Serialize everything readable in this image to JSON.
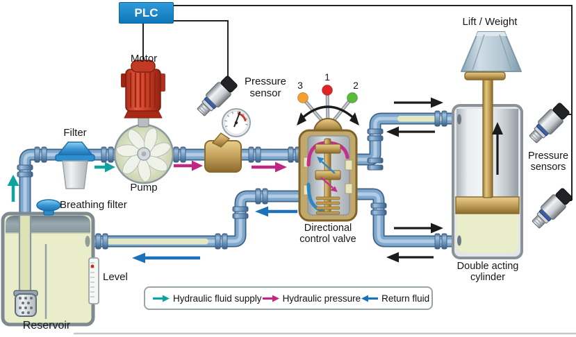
{
  "plc": {
    "label": "PLC"
  },
  "motor": {
    "label": "Motor"
  },
  "filter": {
    "label": "Filter"
  },
  "breathing_filter": {
    "label": "Breathing filter"
  },
  "pump": {
    "label": "Pump"
  },
  "pressure_sensor": {
    "label": "Pressure sensor"
  },
  "reservoir": {
    "label": "Reservoir"
  },
  "level": {
    "label": "Level"
  },
  "valve": {
    "label": "Directional control valve",
    "positions": [
      {
        "number": "3",
        "color": "#f5a02c"
      },
      {
        "number": "1",
        "color": "#e02325"
      },
      {
        "number": "2",
        "color": "#58bb3b"
      }
    ]
  },
  "lift_weight": {
    "label": "Lift / Weight"
  },
  "cylinder": {
    "label": "Double acting cylinder"
  },
  "pressure_sensors": {
    "label": "Pressure sensors"
  },
  "legend": {
    "items": [
      {
        "label": "Hydraulic fluid supply",
        "color": "#0da39e",
        "direction": "right"
      },
      {
        "label": "Hydraulic pressure",
        "color": "#c02783",
        "direction": "right"
      },
      {
        "label": "Return fluid",
        "color": "#1b72bb",
        "direction": "left"
      }
    ]
  },
  "flow_colors": {
    "hydraulic_fluid_supply": "#0da39e",
    "hydraulic_pressure": "#c02783",
    "return_fluid": "#1b72bb"
  },
  "component_colors": {
    "plc_box": "#1484c8",
    "motor_body": "#cf4026",
    "pipe": "#7fa8cd",
    "brass": "#c3a05a",
    "reservoir_fluid": "#e9edca"
  }
}
